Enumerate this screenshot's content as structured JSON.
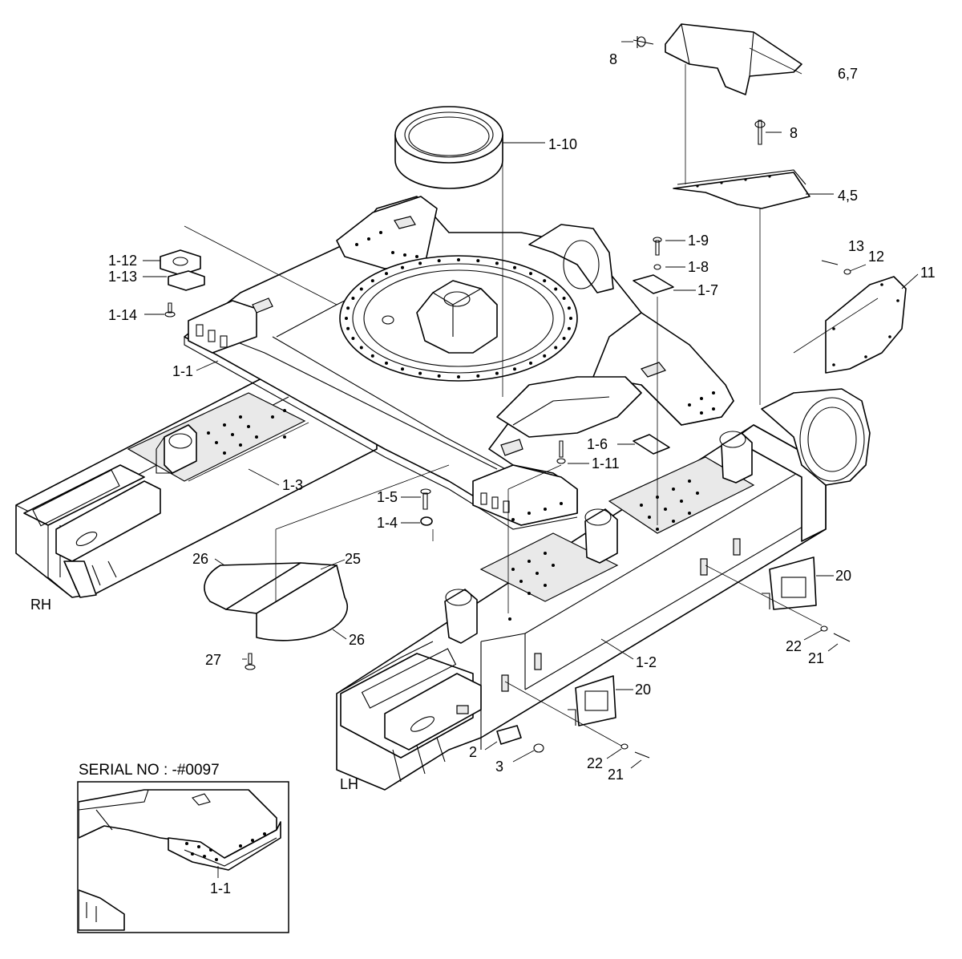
{
  "callouts": {
    "c_6_7": "6,7",
    "c_8_top": "8",
    "c_8_mid": "8",
    "c_4_5": "4,5",
    "c_1_10": "1-10",
    "c_1_9": "1-9",
    "c_1_8": "1-8",
    "c_1_7": "1-7",
    "c_13": "13",
    "c_12": "12",
    "c_11": "11",
    "c_1_12": "1-12",
    "c_1_13": "1-13",
    "c_1_14": "1-14",
    "c_1_1": "1-1",
    "c_1_6": "1-6",
    "c_1_11": "1-11",
    "c_1_3": "1-3",
    "c_1_5": "1-5",
    "c_1_4": "1-4",
    "c_26_top": "26",
    "c_25": "25",
    "c_26_bot": "26",
    "c_27": "27",
    "c_20_right": "20",
    "c_22_right": "22",
    "c_21_right": "21",
    "c_1_2": "1-2",
    "c_20_low": "20",
    "c_2": "2",
    "c_3": "3",
    "c_22_low": "22",
    "c_21_low": "21",
    "c_1_1_inset": "1-1"
  },
  "sides": {
    "rh": "RH",
    "lh": "LH"
  },
  "inset": {
    "title": "SERIAL NO : -#0097"
  }
}
